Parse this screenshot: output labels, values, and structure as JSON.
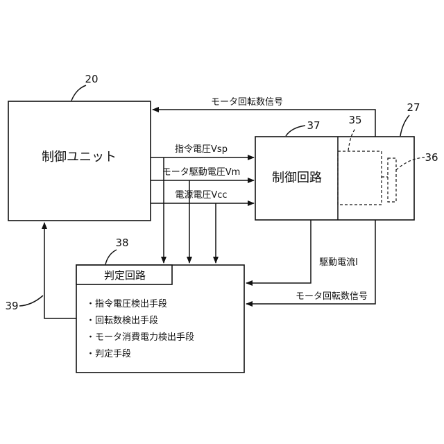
{
  "refs": {
    "control_unit": "20",
    "motor_assembly": "27",
    "control_circuit": "37",
    "judgment_circuit": "38",
    "feedback_line": "39",
    "dashed_block": "35",
    "dashed_element": "36"
  },
  "blocks": {
    "control_unit": "制御ユニット",
    "control_circuit": "制御回路",
    "judgment_circuit_title": "判定回路"
  },
  "judgment_items": [
    "・指令電圧検出手段",
    "・回転数検出手段",
    "・モータ消費電力検出手段",
    "・判定手段"
  ],
  "signals": {
    "command_voltage": "指令電圧Vsp",
    "motor_drive_voltage": "モータ駆動電圧Vm",
    "supply_voltage": "電源電圧Vcc",
    "motor_speed_signal_top": "モータ回転数信号",
    "drive_current": "駆動電流I",
    "motor_speed_signal_bottom": "モータ回転数信号"
  }
}
